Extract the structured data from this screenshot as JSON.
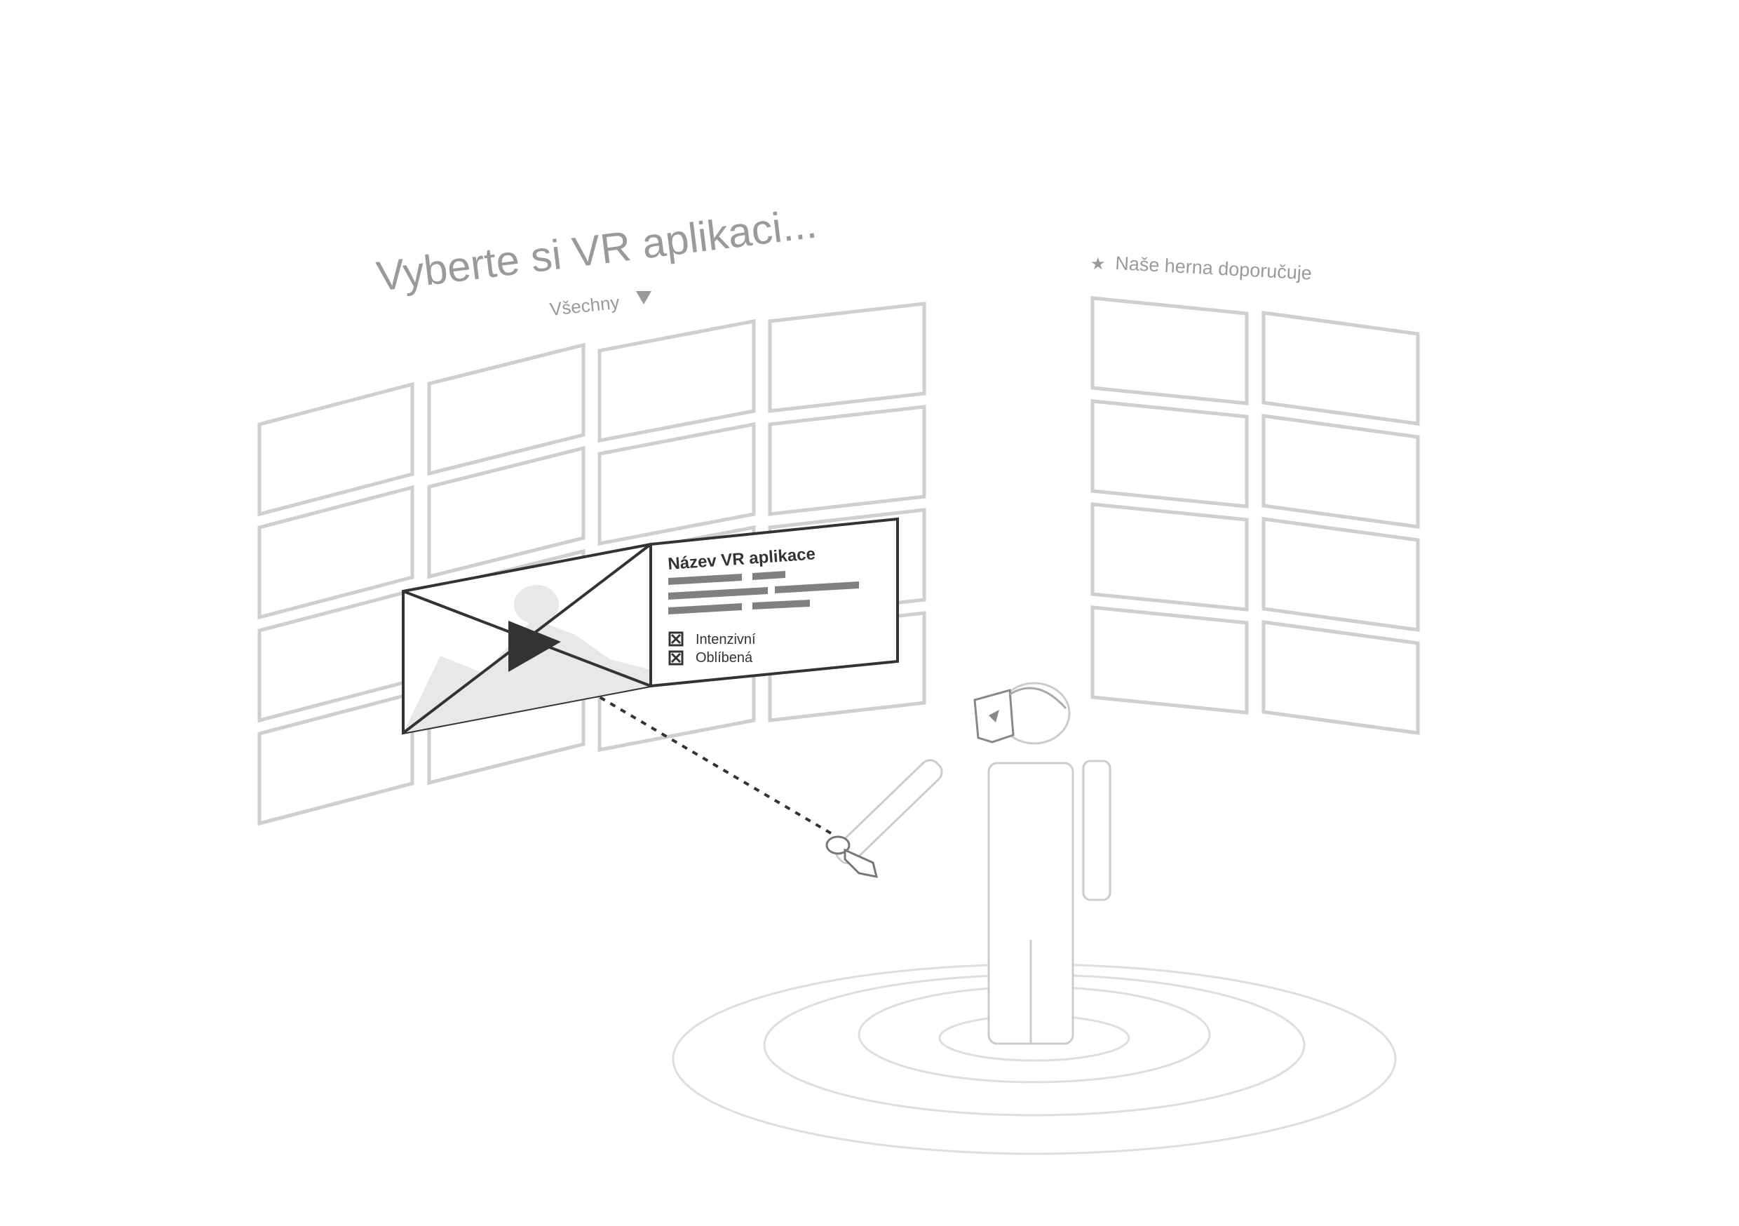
{
  "heading": "Vyberte si VR aplikaci...",
  "filter": {
    "label": "Všechny",
    "icon": "triangle-down-icon"
  },
  "recommended": {
    "icon": "star-icon",
    "label": "Naše herna doporučuje"
  },
  "detail": {
    "title": "Název VR aplikace",
    "tags": [
      {
        "label": "Intenzivní",
        "checked": true
      },
      {
        "label": "Oblíbená",
        "checked": true
      }
    ],
    "play_icon": "play-icon",
    "preview_icon": "image-placeholder-icon"
  },
  "colors": {
    "tile_stroke": "#cfcfcf",
    "detail_stroke": "#333333",
    "text_gray": "#9a9a9a",
    "ring_stroke": "#dedede"
  }
}
